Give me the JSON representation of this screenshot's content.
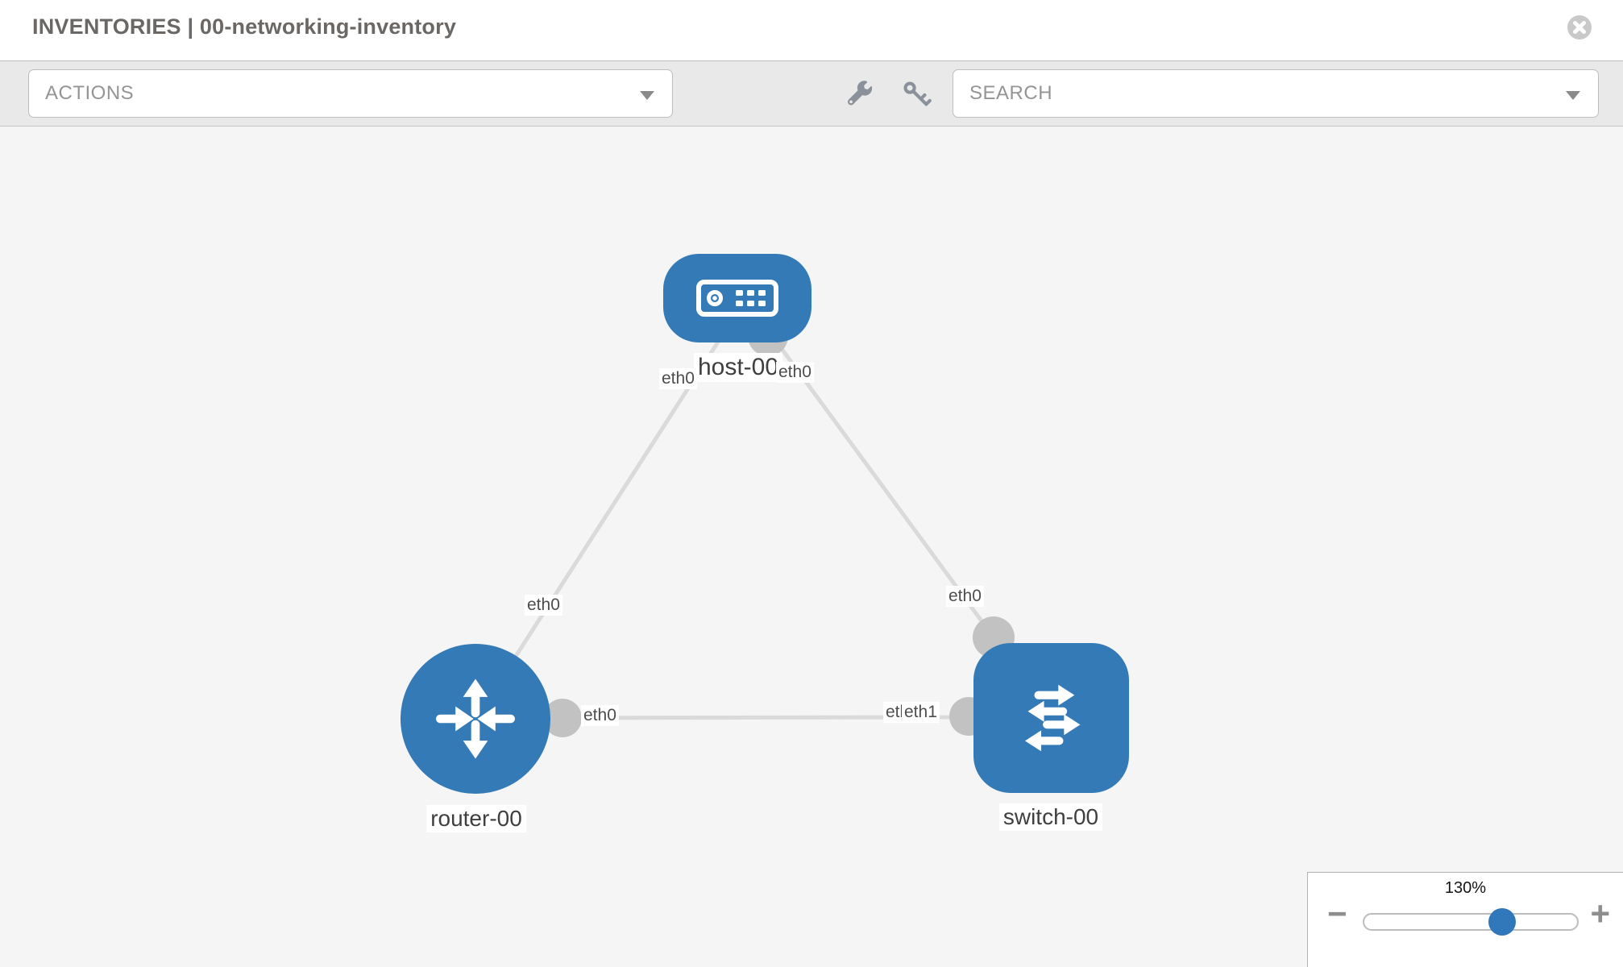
{
  "header": {
    "title": "INVENTORIES | 00-networking-inventory",
    "close_icon": "circle-x"
  },
  "toolbar": {
    "actions": {
      "label": "ACTIONS"
    },
    "tools": [
      {
        "icon": "wrench"
      },
      {
        "icon": "key"
      }
    ],
    "search": {
      "label": "SEARCH"
    }
  },
  "diagram": {
    "nodes": [
      {
        "id": "host-00",
        "type": "host",
        "label": "host-00",
        "icon": "server"
      },
      {
        "id": "router-00",
        "type": "router",
        "label": "router-00",
        "icon": "router-arrows"
      },
      {
        "id": "switch-00",
        "type": "switch",
        "label": "switch-00",
        "icon": "switch-arrows"
      }
    ],
    "links": [
      {
        "source": "host-00",
        "source_port": "eth0",
        "target": "router-00",
        "target_port": "eth0"
      },
      {
        "source": "host-00",
        "source_port": "eth0",
        "target": "switch-00",
        "target_port": "eth0"
      },
      {
        "source": "router-00",
        "source_port": "eth0",
        "target": "switch-00",
        "target_port": "eth1"
      }
    ],
    "colors": {
      "node_fill": "#337ab7",
      "link": "#dadada",
      "connector": "#c2c2c2",
      "canvas_bg": "#f5f5f5",
      "label_text": "#4d4d4d"
    }
  },
  "zoom_control": {
    "level": "130%",
    "percent": 130,
    "minus_label": "−",
    "plus_label": "+"
  }
}
